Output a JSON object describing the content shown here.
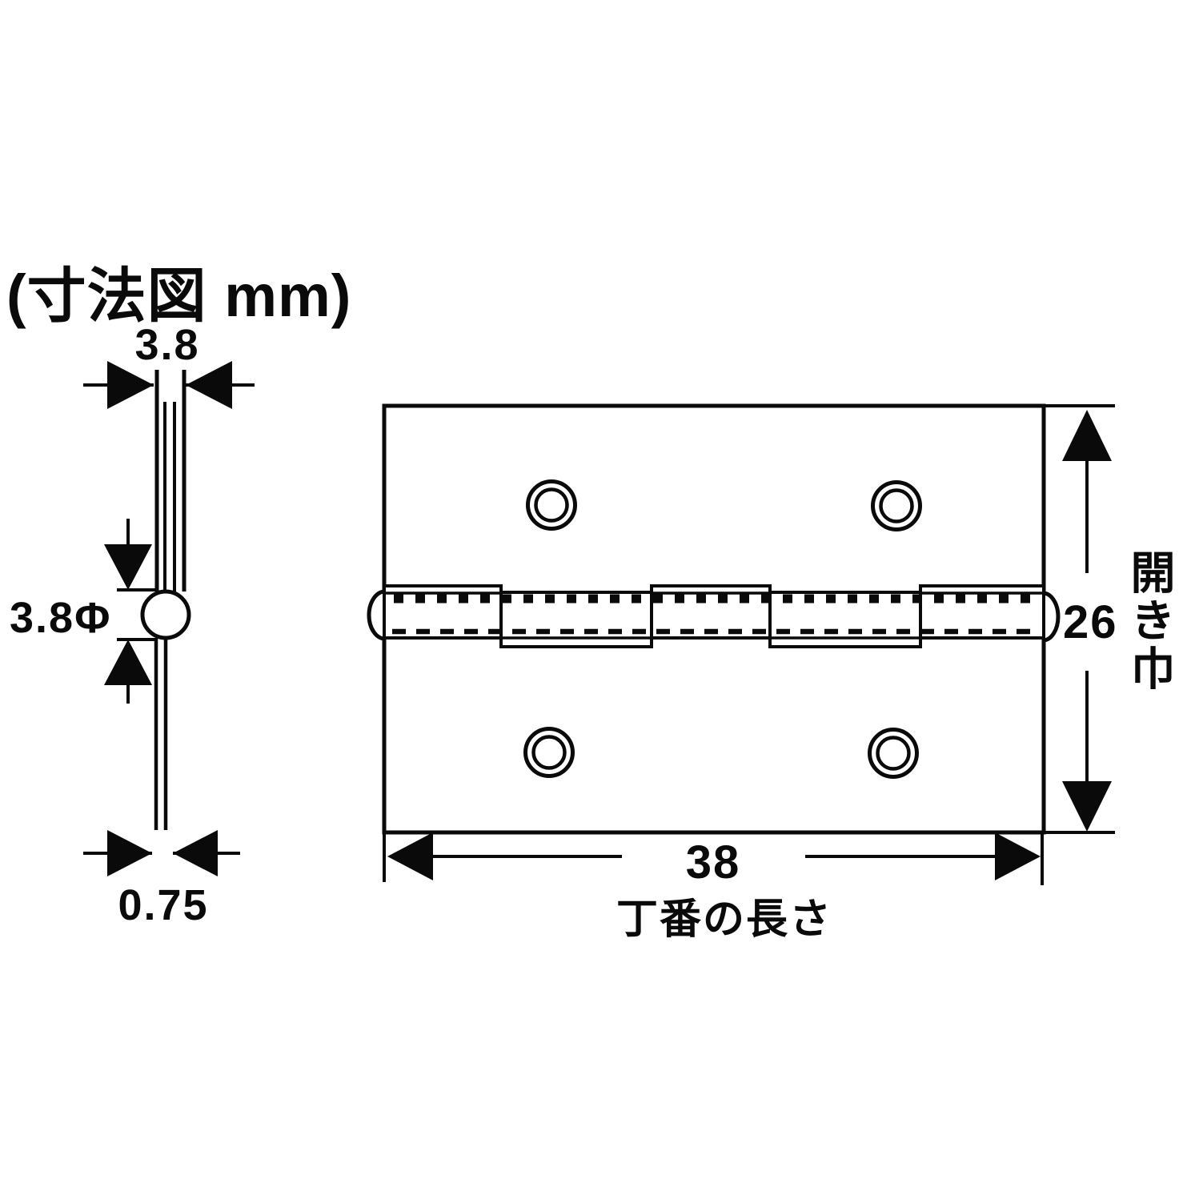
{
  "title": "(寸法図 mm)",
  "side_view": {
    "leaf_pair_width": "3.8",
    "pin_diameter": "3.8Φ",
    "leaf_thickness": "0.75"
  },
  "front_view": {
    "opening_width_value": "26",
    "opening_width_label": "開き巾",
    "length_value": "38",
    "length_label": "丁番の長さ"
  },
  "colors": {
    "ink": "#0a0a0a",
    "background": "#ffffff"
  }
}
